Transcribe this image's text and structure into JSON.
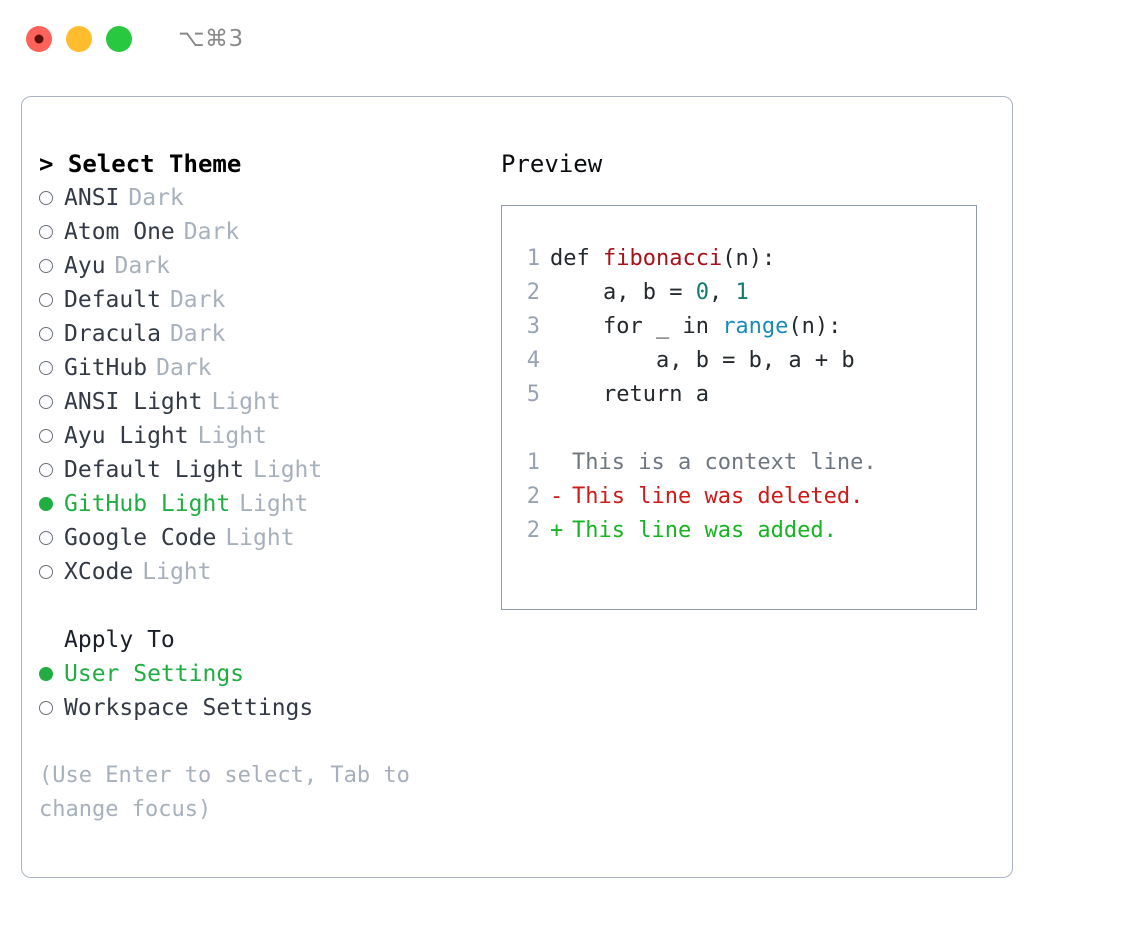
{
  "titlebar": {
    "shortcut": "⌥⌘3",
    "lights": [
      {
        "name": "close",
        "color": "#ff6259"
      },
      {
        "name": "minimize",
        "color": "#ffbd2e"
      },
      {
        "name": "maximize",
        "color": "#28c840"
      }
    ]
  },
  "theme_picker": {
    "header": "> Select Theme",
    "items": [
      {
        "name": "ANSI",
        "tag": "Dark",
        "selected": false
      },
      {
        "name": "Atom One",
        "tag": "Dark",
        "selected": false
      },
      {
        "name": "Ayu",
        "tag": "Dark",
        "selected": false
      },
      {
        "name": "Default",
        "tag": "Dark",
        "selected": false
      },
      {
        "name": "Dracula",
        "tag": "Dark",
        "selected": false
      },
      {
        "name": "GitHub",
        "tag": "Dark",
        "selected": false
      },
      {
        "name": "ANSI Light",
        "tag": "Light",
        "selected": false
      },
      {
        "name": "Ayu Light",
        "tag": "Light",
        "selected": false
      },
      {
        "name": "Default Light",
        "tag": "Light",
        "selected": false
      },
      {
        "name": "GitHub Light",
        "tag": "Light",
        "selected": true
      },
      {
        "name": "Google Code",
        "tag": "Light",
        "selected": false
      },
      {
        "name": "XCode",
        "tag": "Light",
        "selected": false
      }
    ]
  },
  "apply_to": {
    "label": "Apply To",
    "options": [
      {
        "name": "User Settings",
        "selected": true
      },
      {
        "name": "Workspace Settings",
        "selected": false
      }
    ]
  },
  "hint": "(Use Enter to select, Tab to change focus)",
  "preview": {
    "title": "Preview",
    "code_lines": [
      {
        "number": "1",
        "parts": [
          {
            "text": "def ",
            "kind": "plain"
          },
          {
            "text": "fibonacci",
            "kind": "fn"
          },
          {
            "text": "(n):",
            "kind": "plain"
          }
        ]
      },
      {
        "number": "2",
        "parts": [
          {
            "text": "    a, b = ",
            "kind": "plain"
          },
          {
            "text": "0",
            "kind": "num"
          },
          {
            "text": ", ",
            "kind": "plain"
          },
          {
            "text": "1",
            "kind": "num"
          }
        ]
      },
      {
        "number": "3",
        "parts": [
          {
            "text": "    for _ in ",
            "kind": "plain"
          },
          {
            "text": "range",
            "kind": "call"
          },
          {
            "text": "(n):",
            "kind": "plain"
          }
        ]
      },
      {
        "number": "4",
        "parts": [
          {
            "text": "        a, b = b, a + b",
            "kind": "plain"
          }
        ]
      },
      {
        "number": "5",
        "parts": [
          {
            "text": "    return a",
            "kind": "plain"
          }
        ]
      }
    ],
    "diff_lines": [
      {
        "number": "1",
        "marker": "",
        "text": "This is a context line.",
        "kind": "context"
      },
      {
        "number": "2",
        "marker": "-",
        "text": "This line was deleted.",
        "kind": "deleted"
      },
      {
        "number": "2",
        "marker": "+",
        "text": "This line was added.",
        "kind": "added"
      }
    ]
  },
  "colors": {
    "accent_selected": "#21ad42",
    "tag_muted": "#a7b0bd",
    "line_number": "#97a3b4",
    "syntax_function": "#a6111a",
    "syntax_number": "#137a6e",
    "syntax_call": "#1a8bb8",
    "diff_added": "#18b323",
    "diff_deleted": "#cc1b19",
    "diff_context": "#6e7781",
    "panel_border": "#aab4c2",
    "preview_border": "#8e9cae"
  }
}
